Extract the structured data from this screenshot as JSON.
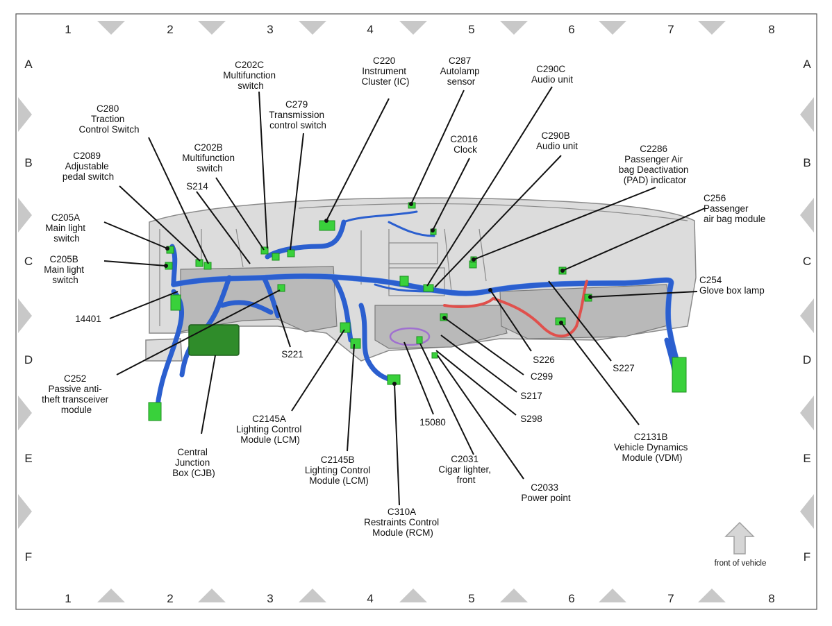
{
  "grid": {
    "columns": [
      "1",
      "2",
      "3",
      "4",
      "5",
      "6",
      "7",
      "8"
    ],
    "rows": [
      "A",
      "B",
      "C",
      "D",
      "E",
      "F"
    ]
  },
  "callouts": {
    "c202c": [
      "C202C",
      "Multifunction",
      "switch"
    ],
    "c220": [
      "C220",
      "Instrument",
      "Cluster (IC)"
    ],
    "c287": [
      "C287",
      "Autolamp",
      "sensor"
    ],
    "c290c": [
      "C290C",
      "Audio unit"
    ],
    "c280": [
      "C280",
      "Traction",
      "Control Switch"
    ],
    "c279": [
      "C279",
      "Transmission",
      "control switch"
    ],
    "c2016": [
      "C2016",
      "Clock"
    ],
    "c290b": [
      "C290B",
      "Audio unit"
    ],
    "c2089": [
      "C2089",
      "Adjustable",
      "pedal switch"
    ],
    "c202b": [
      "C202B",
      "Multifunction",
      "switch"
    ],
    "c2286": [
      "C2286",
      "Passenger Air",
      "bag Deactivation",
      "(PAD) indicator"
    ],
    "s214": [
      "S214"
    ],
    "c256": [
      "C256",
      "Passenger",
      "air bag module"
    ],
    "c205a": [
      "C205A",
      "Main light",
      "switch"
    ],
    "c205b": [
      "C205B",
      "Main light",
      "switch"
    ],
    "c254": [
      "C254",
      "Glove box lamp"
    ],
    "n14401": [
      "14401"
    ],
    "s221": [
      "S221"
    ],
    "s226": [
      "S226"
    ],
    "s227": [
      "S227"
    ],
    "c252": [
      "C252",
      "Passive anti-",
      "theft transceiver",
      "module"
    ],
    "c299": [
      "C299"
    ],
    "s217": [
      "S217"
    ],
    "s298": [
      "S298"
    ],
    "c2145a": [
      "C2145A",
      "Lighting Control",
      "Module (LCM)"
    ],
    "n15080": [
      "15080"
    ],
    "c2131b": [
      "C2131B",
      "Vehicle Dynamics",
      "Module (VDM)"
    ],
    "cjb": [
      "Central",
      "Junction",
      "Box (CJB)"
    ],
    "c2145b": [
      "C2145B",
      "Lighting Control",
      "Module (LCM)"
    ],
    "c2031": [
      "C2031",
      "Cigar lighter,",
      "front"
    ],
    "c2033": [
      "C2033",
      "Power point"
    ],
    "c310a": [
      "C310A",
      "Restraints Control",
      "Module (RCM)"
    ]
  },
  "front_label": "front of vehicle",
  "colors": {
    "harness": "#2b5fcf",
    "harness_light": "#5f8fe6",
    "connector": "#39d13b",
    "cjb": "#2f8c2a",
    "red_harness": "#e0504c",
    "dashboard": "#dcdcdc"
  }
}
